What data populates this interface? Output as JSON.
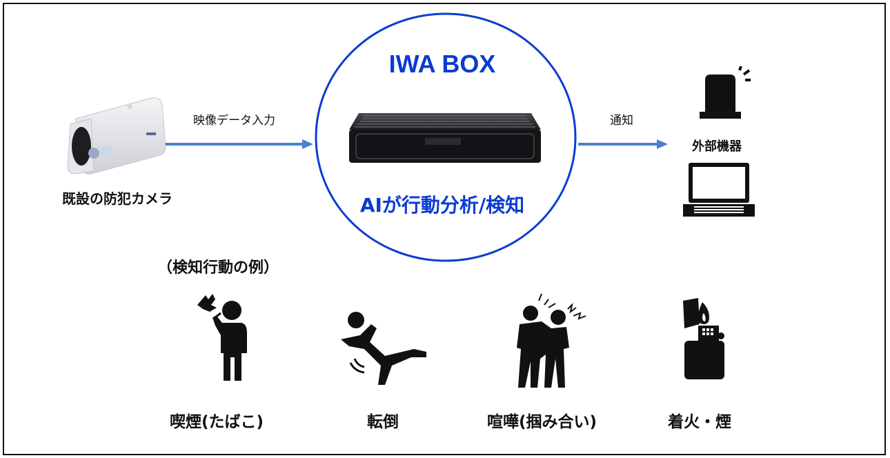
{
  "camera": {
    "label": "既設の防犯カメラ",
    "icon": "security-camera-icon"
  },
  "input_arrow": {
    "label": "映像データ入力"
  },
  "box": {
    "title": "IWA BOX",
    "caption": "AIが行動分析/検知",
    "icon": "ai-box-device-icon",
    "accent": "#0a3cd2"
  },
  "output_arrow": {
    "label": "通知"
  },
  "external": {
    "label": "外部機器",
    "icons": [
      "alarm-light-icon",
      "laptop-icon"
    ]
  },
  "examples": {
    "heading": "（検知行動の例）",
    "items": [
      {
        "label": "喫煙(たばこ)",
        "icon": "smoking-person-icon"
      },
      {
        "label": "転倒",
        "icon": "falling-person-icon"
      },
      {
        "label": "喧嘩(掴み合い)",
        "icon": "fighting-people-icon"
      },
      {
        "label": "着火・煙",
        "icon": "lighter-fire-icon"
      }
    ]
  },
  "colors": {
    "arrow": "#4a7fd0",
    "circle": "#0a3cd2",
    "frame": "#111111"
  }
}
